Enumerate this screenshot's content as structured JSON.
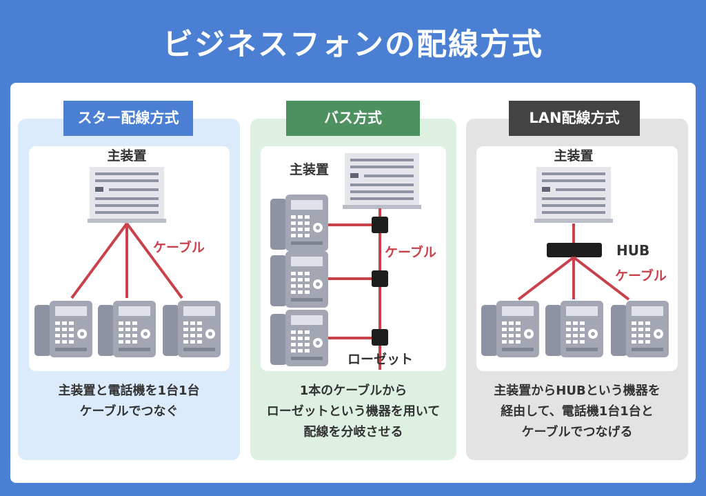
{
  "title": "ビジネスフォンの配線方式",
  "colors": {
    "background": "#4a7fd4",
    "cable": "#c8414b",
    "star_label": "#4a7fd4",
    "bus_label": "#4d9160",
    "lan_label": "#434343"
  },
  "star": {
    "label": "スター配線方式",
    "main_unit": "主装置",
    "cable": "ケーブル",
    "desc": [
      "主装置と電話機を1台1台",
      "ケーブルでつなぐ"
    ]
  },
  "bus": {
    "label": "バス方式",
    "main_unit": "主装置",
    "cable": "ケーブル",
    "outlet": "ローゼット",
    "desc": [
      "1本のケーブルから",
      "ローゼットという機器を用いて",
      "配線を分岐させる"
    ]
  },
  "lan": {
    "label": "LAN配線方式",
    "main_unit": "主装置",
    "hub": "HUB",
    "cable": "ケーブル",
    "desc": [
      "主装置からHUBという機器を",
      "経由して、電話機1台1台と",
      "ケーブルでつなげる"
    ]
  }
}
